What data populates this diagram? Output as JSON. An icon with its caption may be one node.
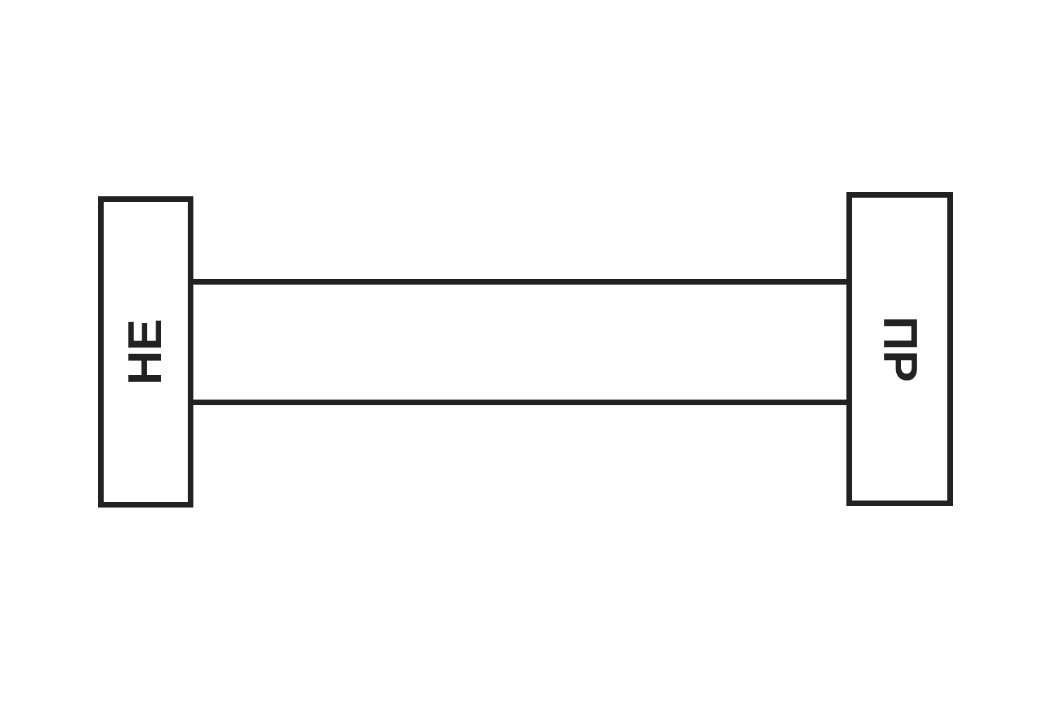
{
  "diagram": {
    "nodes": [
      {
        "text": [
          "НЕ"
        ]
      },
      {
        "text": [],
        "shape": "bar"
      },
      {
        "text": [
          "ПР"
        ]
      }
    ]
  }
}
